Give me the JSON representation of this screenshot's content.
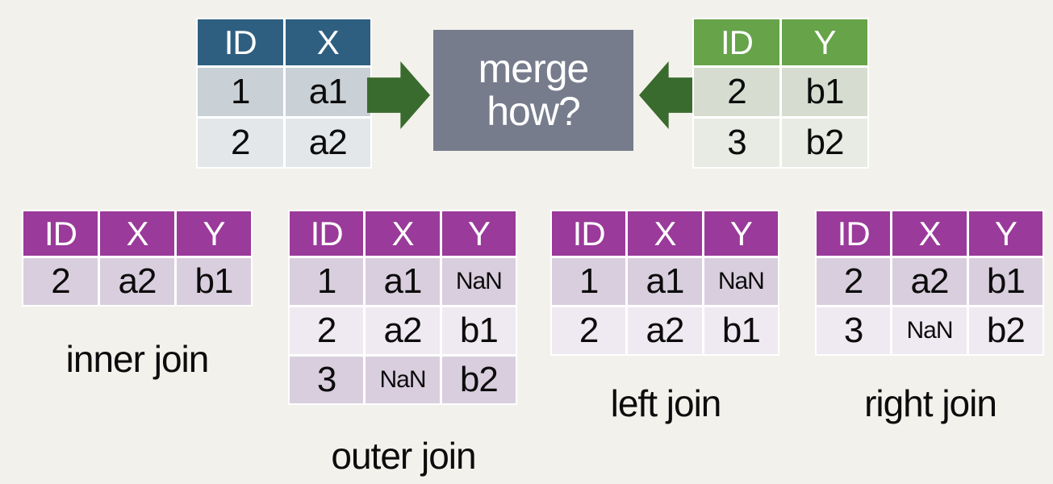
{
  "background": "#f3f1ec",
  "arrow_color": "#3a6b2e",
  "merge_box": {
    "label_line1": "merge",
    "label_line2": "how?",
    "color": "#767c8c",
    "text_color": "#ffffff"
  },
  "source_tables": {
    "x_table": {
      "columns": [
        "ID",
        "X"
      ],
      "rows": [
        [
          "1",
          "a1"
        ],
        [
          "2",
          "a2"
        ]
      ],
      "header_color": "#2e5f80",
      "row_colors": [
        "#c9d0d6",
        "#e4e7ea"
      ]
    },
    "y_table": {
      "columns": [
        "ID",
        "Y"
      ],
      "rows": [
        [
          "2",
          "b1"
        ],
        [
          "3",
          "b2"
        ]
      ],
      "header_color": "#66a349",
      "row_colors": [
        "#d6ddd0",
        "#e7ebe3"
      ]
    }
  },
  "result_style": {
    "header_color": "#9a3a9a",
    "row_colors": [
      "#d9cede",
      "#efe9f1"
    ]
  },
  "result_tables": [
    {
      "label": "inner join",
      "columns": [
        "ID",
        "X",
        "Y"
      ],
      "rows": [
        [
          "2",
          "a2",
          "b1"
        ]
      ]
    },
    {
      "label": "outer join",
      "columns": [
        "ID",
        "X",
        "Y"
      ],
      "rows": [
        [
          "1",
          "a1",
          "NaN"
        ],
        [
          "2",
          "a2",
          "b1"
        ],
        [
          "3",
          "NaN",
          "b2"
        ]
      ]
    },
    {
      "label": "left join",
      "columns": [
        "ID",
        "X",
        "Y"
      ],
      "rows": [
        [
          "1",
          "a1",
          "NaN"
        ],
        [
          "2",
          "a2",
          "b1"
        ]
      ]
    },
    {
      "label": "right join",
      "columns": [
        "ID",
        "X",
        "Y"
      ],
      "rows": [
        [
          "2",
          "a2",
          "b1"
        ],
        [
          "3",
          "NaN",
          "b2"
        ]
      ]
    }
  ]
}
